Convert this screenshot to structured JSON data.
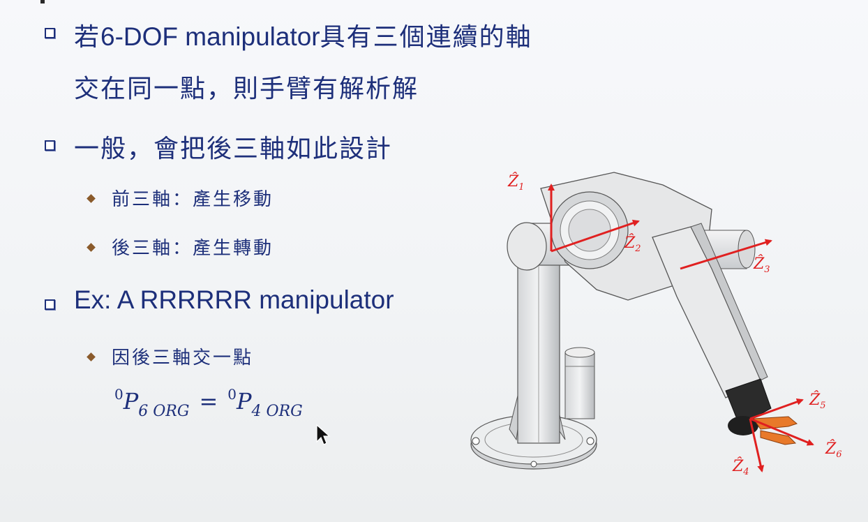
{
  "bullets": {
    "b1_line1_prefix": "若",
    "b1_line1_latin": "6-DOF manipulator",
    "b1_line1_suffix": "具有三個連續的軸",
    "b1_line2": "交在同一點，則手臂有解析解",
    "b2": "一般，會把後三軸如此設計",
    "b2_sub1": "前三軸：產生移動",
    "b2_sub2": "後三軸：產生轉動",
    "b3": "Ex: A RRRRRR manipulator",
    "b3_sub1": "因後三軸交一點"
  },
  "formula": {
    "lhs_sup": "0",
    "lhs_P": "P",
    "lhs_sub": "6 ORG",
    "eq": "=",
    "rhs_sup": "0",
    "rhs_P": "P",
    "rhs_sub": "4 ORG"
  },
  "figure": {
    "axis_labels": [
      "Z1",
      "Z2",
      "Z3",
      "Z4",
      "Z5",
      "Z6"
    ],
    "axis_color": "#e02020",
    "gripper_color": "#e8792a"
  },
  "colors": {
    "text": "#1d2f7a",
    "diamond_bullet": "#8a5a2b"
  }
}
